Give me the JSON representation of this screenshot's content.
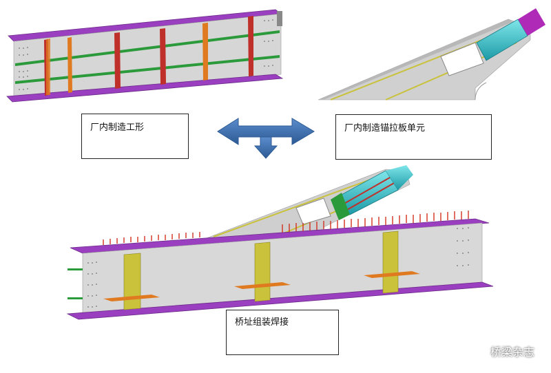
{
  "labels": {
    "factory_i_section": "厂内制造工形",
    "factory_anchor_plate": "厂内制造锚拉板单元",
    "site_welding": "桥址组装焊接"
  },
  "watermark": {
    "text": "桥梁杂志",
    "icon": "wechat-icon"
  },
  "colors": {
    "web": "#d0d0d0",
    "flange": "#9a3fc0",
    "stiffener_red": "#c0302a",
    "stiffener_orange": "#e07a20",
    "stiffener_green": "#2a9a3a",
    "stiffener_yellow": "#c9c23a",
    "anchor_cyan": "#30c0c8",
    "arrow_blue": "#3a6aa8",
    "stud_red": "#d23020"
  }
}
